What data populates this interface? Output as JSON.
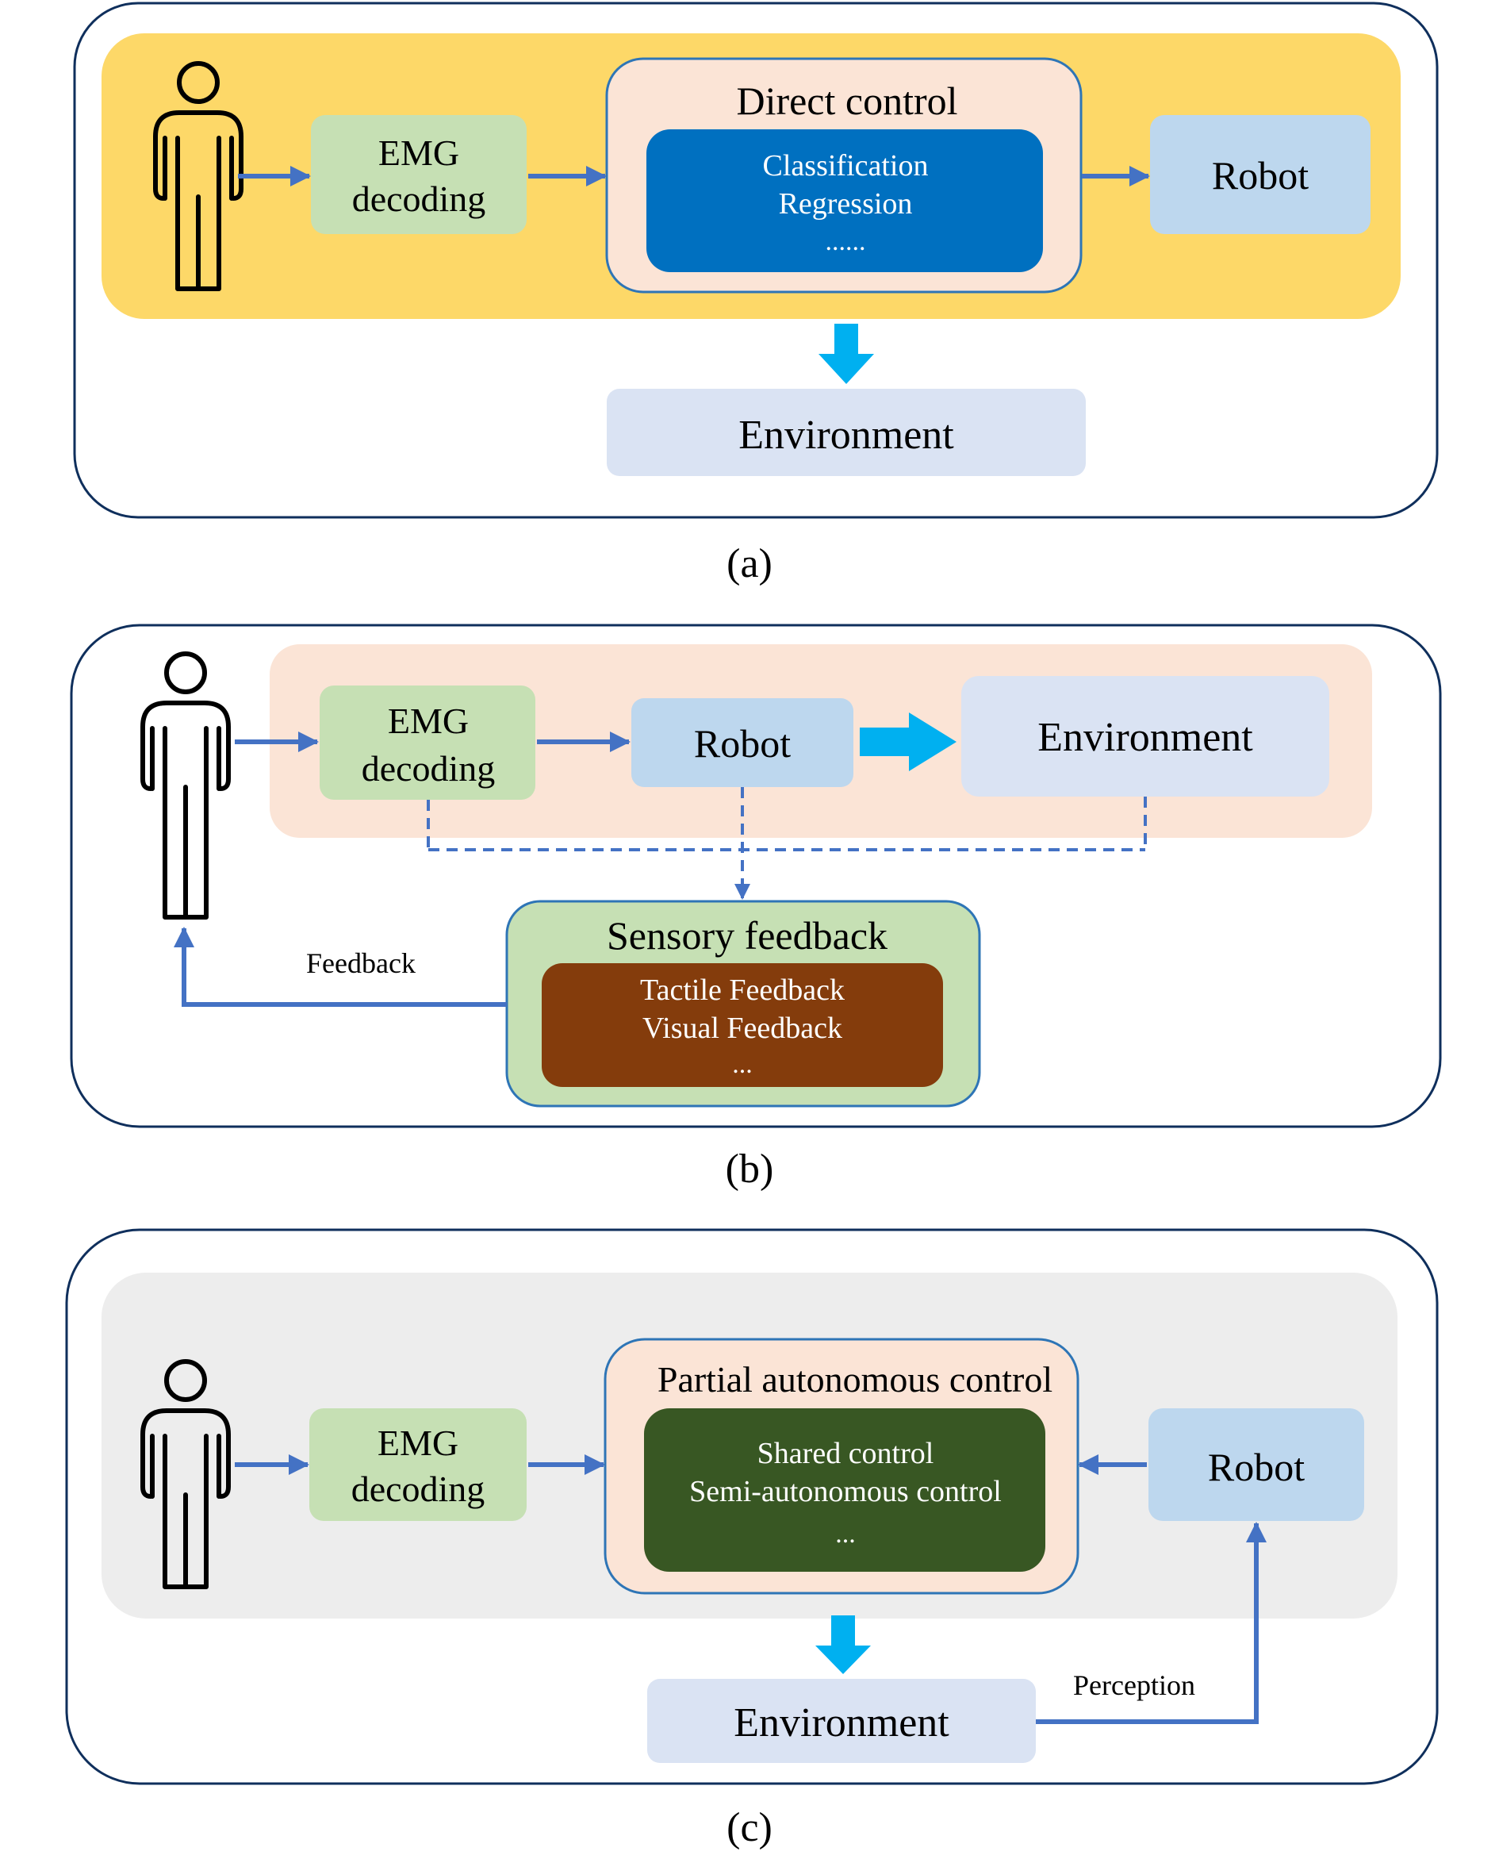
{
  "panel_a": {
    "emg_decoding": [
      "EMG",
      "decoding"
    ],
    "direct_control": {
      "title": "Direct control",
      "items": [
        "Classification",
        "Regression",
        "......"
      ]
    },
    "robot": "Robot",
    "environment": "Environment",
    "caption": "(a)"
  },
  "panel_b": {
    "emg_decoding": [
      "EMG",
      "decoding"
    ],
    "robot": "Robot",
    "environment": "Environment",
    "sensory_feedback": {
      "title": "Sensory feedback",
      "items": [
        "Tactile Feedback",
        "Visual Feedback",
        "..."
      ]
    },
    "feedback_label": "Feedback",
    "caption": "(b)"
  },
  "panel_c": {
    "emg_decoding": [
      "EMG",
      "decoding"
    ],
    "partial_autonomous_control": {
      "title": "Partial autonomous control",
      "items": [
        "Shared control",
        "Semi-autonomous control",
        "..."
      ]
    },
    "robot": "Robot",
    "environment": "Environment",
    "perception_label": "Perception",
    "caption": "(c)"
  },
  "colors": {
    "frame": "#0f2f5c",
    "band_yellow": "#fdd868",
    "band_peach": "#fbe4d6",
    "band_gray": "#ededed",
    "box_green": "#c6e0b4",
    "box_blue": "#bdd7ee",
    "box_env": "#dae3f3",
    "direct_inner": "#0070c0",
    "sensory_inner": "#843c0c",
    "partial_inner": "#385723",
    "flow_arrow": "#4472c4",
    "thick_arrow": "#00b0f0",
    "inner_border": "#2e75b6"
  }
}
